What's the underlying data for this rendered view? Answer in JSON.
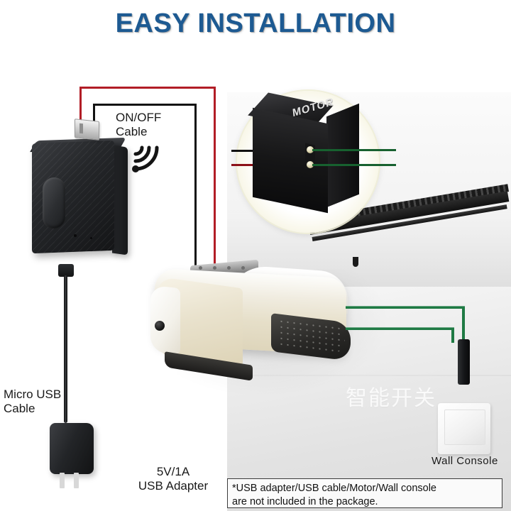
{
  "page": {
    "title": "EASY INSTALLATION",
    "title_color": "#1d5a92",
    "background_color": "#ffffff"
  },
  "labels": {
    "onoff_cable": "ON/OFF\nCable",
    "micro_usb_cable": "Micro USB\nCable",
    "usb_adapter": "5V/1A\nUSB Adapter",
    "wall_console": "Wall  Console",
    "motor": "MOTOR",
    "watermark": "智能开关"
  },
  "disclaimer": {
    "text": "*USB adapter/USB cable/Motor/Wall console\n  are not included in the package."
  },
  "components": {
    "smart_switch_module": "smart-switch-module",
    "wifi_indicator": "wifi-signal",
    "motor_inset": "motor-closeup",
    "garage_opener": "garage-door-opener",
    "rail": "chain-rail",
    "wall_console_switch": "wall-console-switch",
    "usb_adapter_block": "usb-power-adapter"
  },
  "wire_colors": {
    "red": "#b21d26",
    "black": "#121212",
    "green": "#1f7a44"
  }
}
